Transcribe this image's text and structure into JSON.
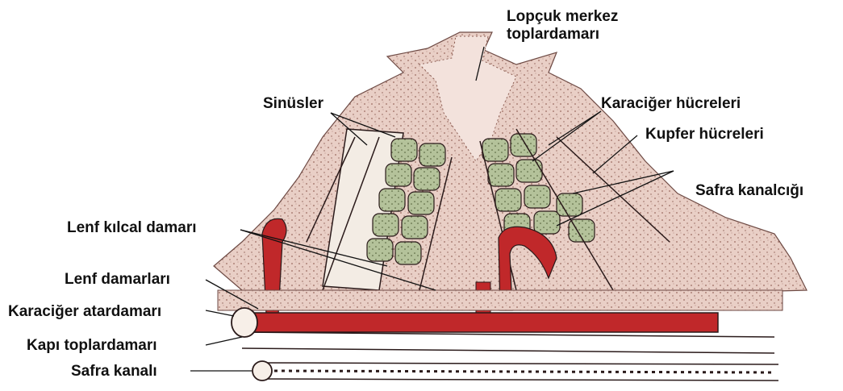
{
  "labels": {
    "central_vein_line1": "Lopçuk merkez",
    "central_vein_line2": "toplardamarı",
    "sinusoids": "Sinüsler",
    "hepatocytes": "Karaciğer hücreleri",
    "kupffer": "Kupfer hücreleri",
    "bile_canaliculus": "Safra kanalcığı",
    "lymph_capillary": "Lenf kılcal damarı",
    "lymph_vessels": "Lenf damarları",
    "hepatic_artery": "Karaciğer atardamarı",
    "portal_vein": "Kapı toplardamarı",
    "bile_duct": "Safra kanalı"
  },
  "colors": {
    "tissue": "#e7c9c0",
    "tissue_dark": "#b9897c",
    "cell_fill": "#a9b98e",
    "artery": "#c0282a",
    "outline": "#2a1a1a"
  }
}
